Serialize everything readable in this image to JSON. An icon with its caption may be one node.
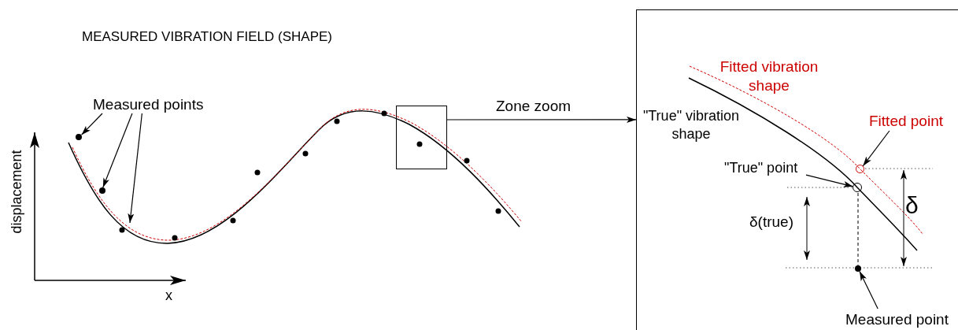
{
  "diagram": {
    "title": "MEASURED VIBRATION FIELD (SHAPE)",
    "nodes": [
      {
        "text": [
          "Measured points"
        ]
      },
      {
        "text": [],
        "shape": "circle"
      },
      {
        "text": [],
        "shape": "circle"
      },
      {
        "text": [],
        "shape": "box"
      },
      {
        "text": [],
        "shape": "box"
      },
      {
        "text": [
          "Fitted point"
        ],
        "in": 4
      },
      {
        "text": [],
        "shape": "circle",
        "in": 4
      },
      {
        "text": [
          "\"True\" point"
        ],
        "in": 4
      },
      {
        "text": [],
        "shape": "circle",
        "in": 4
      },
      {
        "text": [
          "Measured point"
        ],
        "in": 4
      },
      {
        "text": [],
        "shape": "circle",
        "in": 4
      }
    ],
    "edges": [
      {
        "from": 0,
        "to": 1,
        "arrow": "to"
      },
      {
        "from": 0,
        "to": 2,
        "arrow": "to"
      },
      {
        "from": 0,
        "to": null,
        "arrow": "to"
      },
      {
        "from": 3,
        "to": 4,
        "arrow": "to",
        "label": "Zone zoom"
      },
      {
        "from": 5,
        "to": 6,
        "arrow": "to"
      },
      {
        "from": 7,
        "to": 8,
        "arrow": "to"
      },
      {
        "from": 9,
        "to": 10,
        "arrow": "to"
      }
    ],
    "labels": [
      "displacement",
      "x",
      "Fitted vibration shape",
      "\"True\" vibration shape",
      "δ(true)",
      "δ"
    ]
  }
}
